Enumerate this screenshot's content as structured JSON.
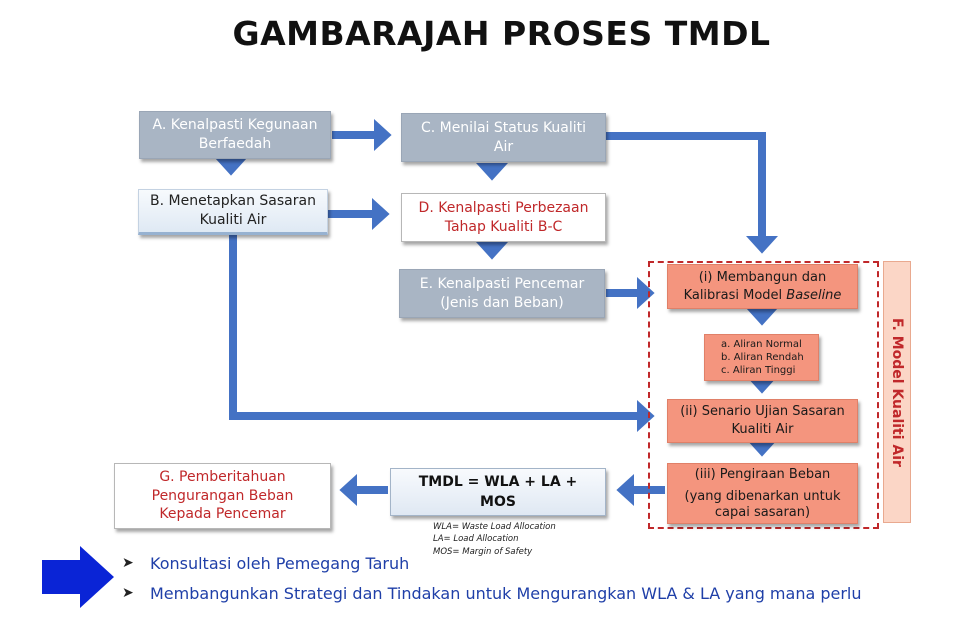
{
  "title": "GAMBARAJAH PROSES TMDL",
  "boxes": {
    "a": "A. Kenalpasti Kegunaan Berfaedah",
    "b": "B. Menetapkan Sasaran Kualiti Air",
    "c": "C. Menilai Status Kualiti Air",
    "d": "D. Kenalpasti Perbezaan Tahap Kualiti B-C",
    "e": "E. Kenalpasti Pencemar (Jenis dan Beban)",
    "f1_main": "(i) Membangun dan Kalibrasi Model ",
    "f1_em": "Baseline",
    "flows": [
      "a. Aliran Normal",
      "b. Aliran Rendah",
      "c. Aliran Tinggi"
    ],
    "f2": "(ii) Senario Ujian Sasaran Kualiti Air",
    "f3_line1": "(iii) Pengiraan Beban",
    "f3_line2": "(yang dibenarkan untuk capai sasaran)",
    "f_label": "F. Model Kualiti Air",
    "tmdl": "TMDL = WLA + LA + MOS",
    "g": "G. Pemberitahuan Pengurangan Beban Kepada Pencemar"
  },
  "notes": [
    "WLA= Waste Load Allocation",
    "LA= Load Allocation",
    "MOS= Margin of Safety"
  ],
  "bullets": [
    "Konsultasi oleh Pemegang Taruh",
    "Membangunkan Strategi dan Tindakan untuk Mengurangkan WLA & LA yang mana perlu"
  ],
  "colors": {
    "arrow": "#4472c4",
    "gray_box": "#a9b5c4",
    "salmon": "#f4957e",
    "red_text": "#c0282a",
    "bullet_text": "#1f3fa8",
    "big_arrow": "#0a24d6"
  }
}
